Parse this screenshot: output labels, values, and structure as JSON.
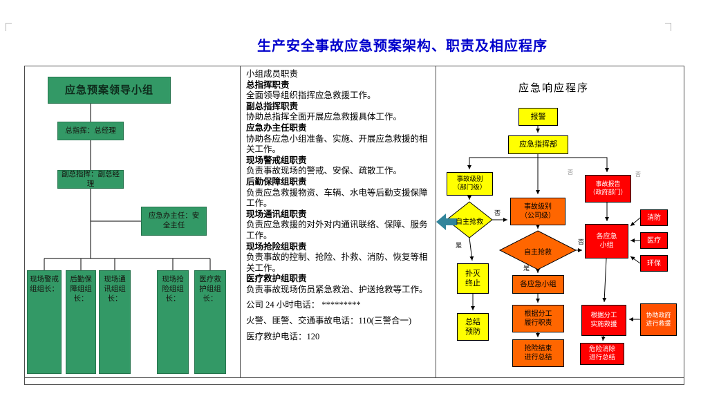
{
  "page": {
    "title": "生产安全事故应急预案架构、职责及相应程序"
  },
  "org": {
    "header": "应急预案领导小组",
    "commander": "总指挥：总经理",
    "deputy": "副总指挥：副总经理",
    "office": "应急办主任：安全主任",
    "teams": [
      "现场警戒组组长：",
      "后勤保障组组长：",
      "现场通讯组组长：",
      "现场抢险组组长：",
      "医疗救护组组长："
    ]
  },
  "duties": {
    "intro": "小组成员职责",
    "items": [
      {
        "heading": "总指挥职责",
        "body": "全面领导组织指挥应急救援工作。"
      },
      {
        "heading": "副总指挥职责",
        "body": "协助总指挥全面开展应急救援具体工作。"
      },
      {
        "heading": "应急办主任职责",
        "body": "协助各应急小组准备、实施、开展应急救援的相关工作。"
      },
      {
        "heading": "现场警戒组职责",
        "body": "负责事故现场的警戒、安保、疏散工作。"
      },
      {
        "heading": "后勤保障组职责",
        "body": "负责应急救援物资、车辆、水电等后勤支援保障工作。"
      },
      {
        "heading": "现场通讯组职责",
        "body": "负责应急救援的对外对内通讯联络、保障、服务工作。"
      },
      {
        "heading": "现场抢险组职责",
        "body": "负责事故的控制、抢险、扑救、消防、恢复等相关工作。"
      },
      {
        "heading": "医疗救护组职责",
        "body": "负责事故现场伤员紧急救治、护送抢救等工作。"
      }
    ],
    "phones": [
      "公司 24 小时电话： *********",
      "火警、匪警、交通事故电话：110(三警合一)",
      "医疗救护电话：120"
    ]
  },
  "flow": {
    "title": "应急响应程序",
    "nodes": {
      "alarm": "报警",
      "command": "应急指挥部",
      "level_dept": [
        "事故级别",
        "（部门级）"
      ],
      "self_rescue_1": "自主抢救",
      "extinguish": [
        "扑灭",
        "终止"
      ],
      "summary_prevent": [
        "总结",
        "预防"
      ],
      "level_company": [
        "事故级别",
        "（公司级）"
      ],
      "self_rescue_2": "自主抢救",
      "teams_company": "各应急小组",
      "duty_division": [
        "根据分工",
        "履行职责"
      ],
      "rescue_end_summary": [
        "抢险结束",
        "进行总结"
      ],
      "report_gov": [
        "事故报告",
        "（政府部门）"
      ],
      "teams_gov": [
        "各应急",
        "小组"
      ],
      "fire": "消防",
      "medical": "医疗",
      "environment": "环保",
      "gov_rescue": [
        "根据分工",
        "实施救援"
      ],
      "danger_clear": [
        "危险消除",
        "进行总结"
      ],
      "assist_gov": [
        "协助政府",
        "进行救援"
      ]
    },
    "labels": {
      "no": "否",
      "yes": "是"
    }
  },
  "colors": {
    "title_blue": "#0000cc",
    "org_green": "#339966",
    "flow_yellow": "#ffff00",
    "flow_orange": "#ff6600",
    "flow_red": "#ff0000",
    "assist_orange_red": "#ff5000",
    "teal_arrow": "#31849b"
  }
}
